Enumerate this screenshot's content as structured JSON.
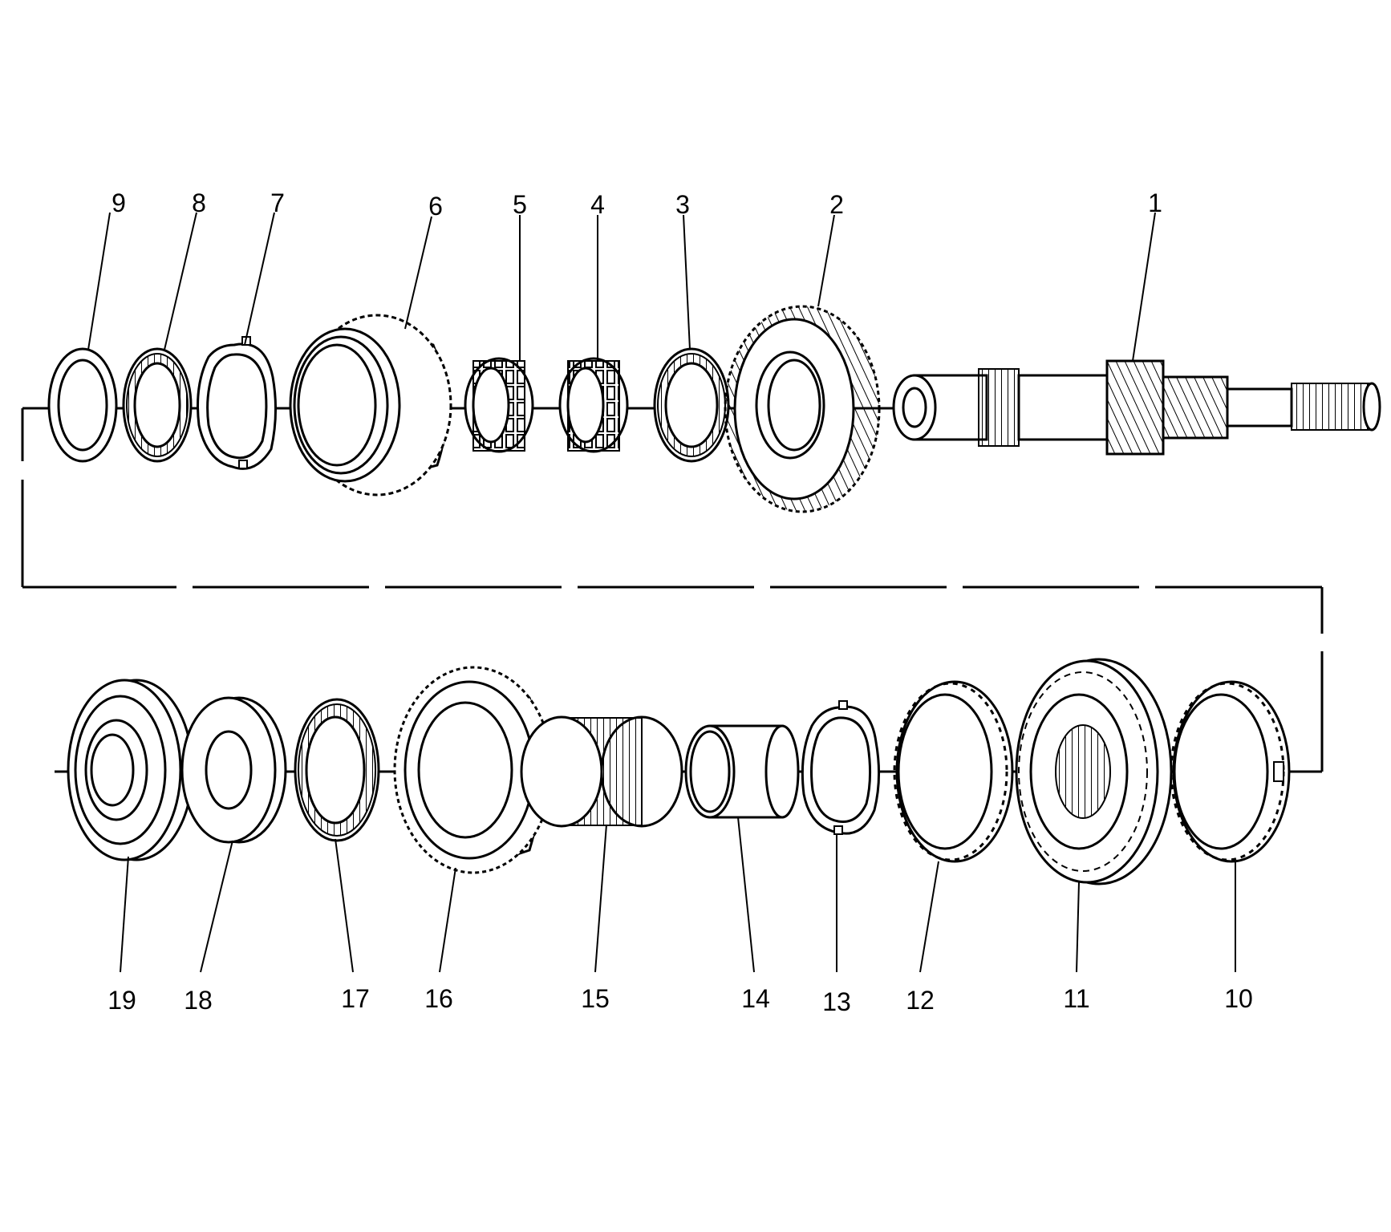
{
  "diagram": {
    "colors": {
      "ink": "#000000",
      "background": "#ffffff"
    },
    "upper_row": {
      "callouts": [
        {
          "id": "part-9",
          "label": "9"
        },
        {
          "id": "part-8",
          "label": "8"
        },
        {
          "id": "part-7",
          "label": "7"
        },
        {
          "id": "part-6",
          "label": "6"
        },
        {
          "id": "part-5",
          "label": "5"
        },
        {
          "id": "part-4",
          "label": "4"
        },
        {
          "id": "part-3",
          "label": "3"
        },
        {
          "id": "part-2",
          "label": "2"
        },
        {
          "id": "part-1",
          "label": "1"
        }
      ]
    },
    "lower_row": {
      "callouts": [
        {
          "id": "part-19",
          "label": "19"
        },
        {
          "id": "part-18",
          "label": "18"
        },
        {
          "id": "part-17",
          "label": "17"
        },
        {
          "id": "part-16",
          "label": "16"
        },
        {
          "id": "part-15",
          "label": "15"
        },
        {
          "id": "part-14",
          "label": "14"
        },
        {
          "id": "part-13",
          "label": "13"
        },
        {
          "id": "part-12",
          "label": "12"
        },
        {
          "id": "part-11",
          "label": "11"
        },
        {
          "id": "part-10",
          "label": "10"
        }
      ]
    }
  }
}
